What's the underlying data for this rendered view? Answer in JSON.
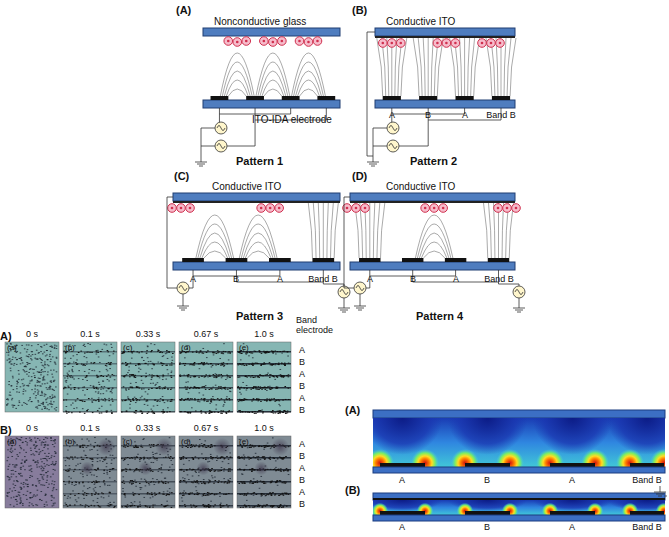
{
  "diagram": {
    "labels": [
      "(A)",
      "Nonconductive glass",
      "ITO-IDA electrode",
      "Pattern 1",
      "(B)",
      "Conductive ITO",
      "A",
      "B",
      "A",
      "Band B",
      "Pattern 2",
      "(C)",
      "Conductive ITO",
      "A",
      "B",
      "A",
      "Band B",
      "Pattern 3",
      "(D)",
      "Conductive ITO",
      "A",
      "B",
      "A",
      "Band B",
      "Pattern 4",
      "A)",
      "0 s",
      "0.1 s",
      "0.33 s",
      "0.67 s",
      "1.0 s",
      "Band electrode",
      "(a)",
      "(b)",
      "(c)",
      "(d)",
      "(e)",
      "A",
      "B",
      "A",
      "B",
      "A",
      "B",
      "B)",
      "0 s",
      "0.1 s",
      "0.33 s",
      "0.67 s",
      "1.0 s",
      "(a)",
      "(b)",
      "(c)",
      "(d)",
      "(e)",
      "A",
      "B",
      "A",
      "B",
      "A",
      "B",
      "(A)",
      "A",
      "B",
      "A",
      "Band B",
      "(B)",
      "A",
      "B",
      "A",
      "Band B"
    ]
  }
}
